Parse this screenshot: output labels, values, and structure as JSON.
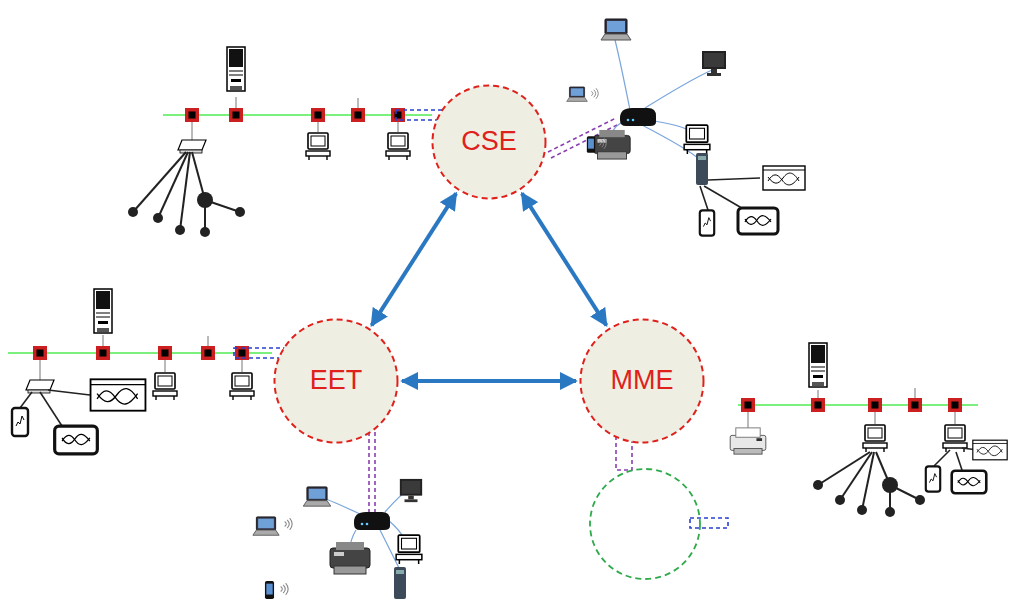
{
  "diagram": {
    "nodes": [
      {
        "text": [
          "CSE"
        ]
      },
      {
        "text": [
          "EET"
        ]
      },
      {
        "text": [
          "MME"
        ]
      }
    ],
    "edges": [
      {
        "from": 0,
        "to": 1,
        "arrow": "both"
      },
      {
        "from": 0,
        "to": 2,
        "arrow": "both"
      },
      {
        "from": 1,
        "to": 2,
        "arrow": "both"
      }
    ]
  }
}
